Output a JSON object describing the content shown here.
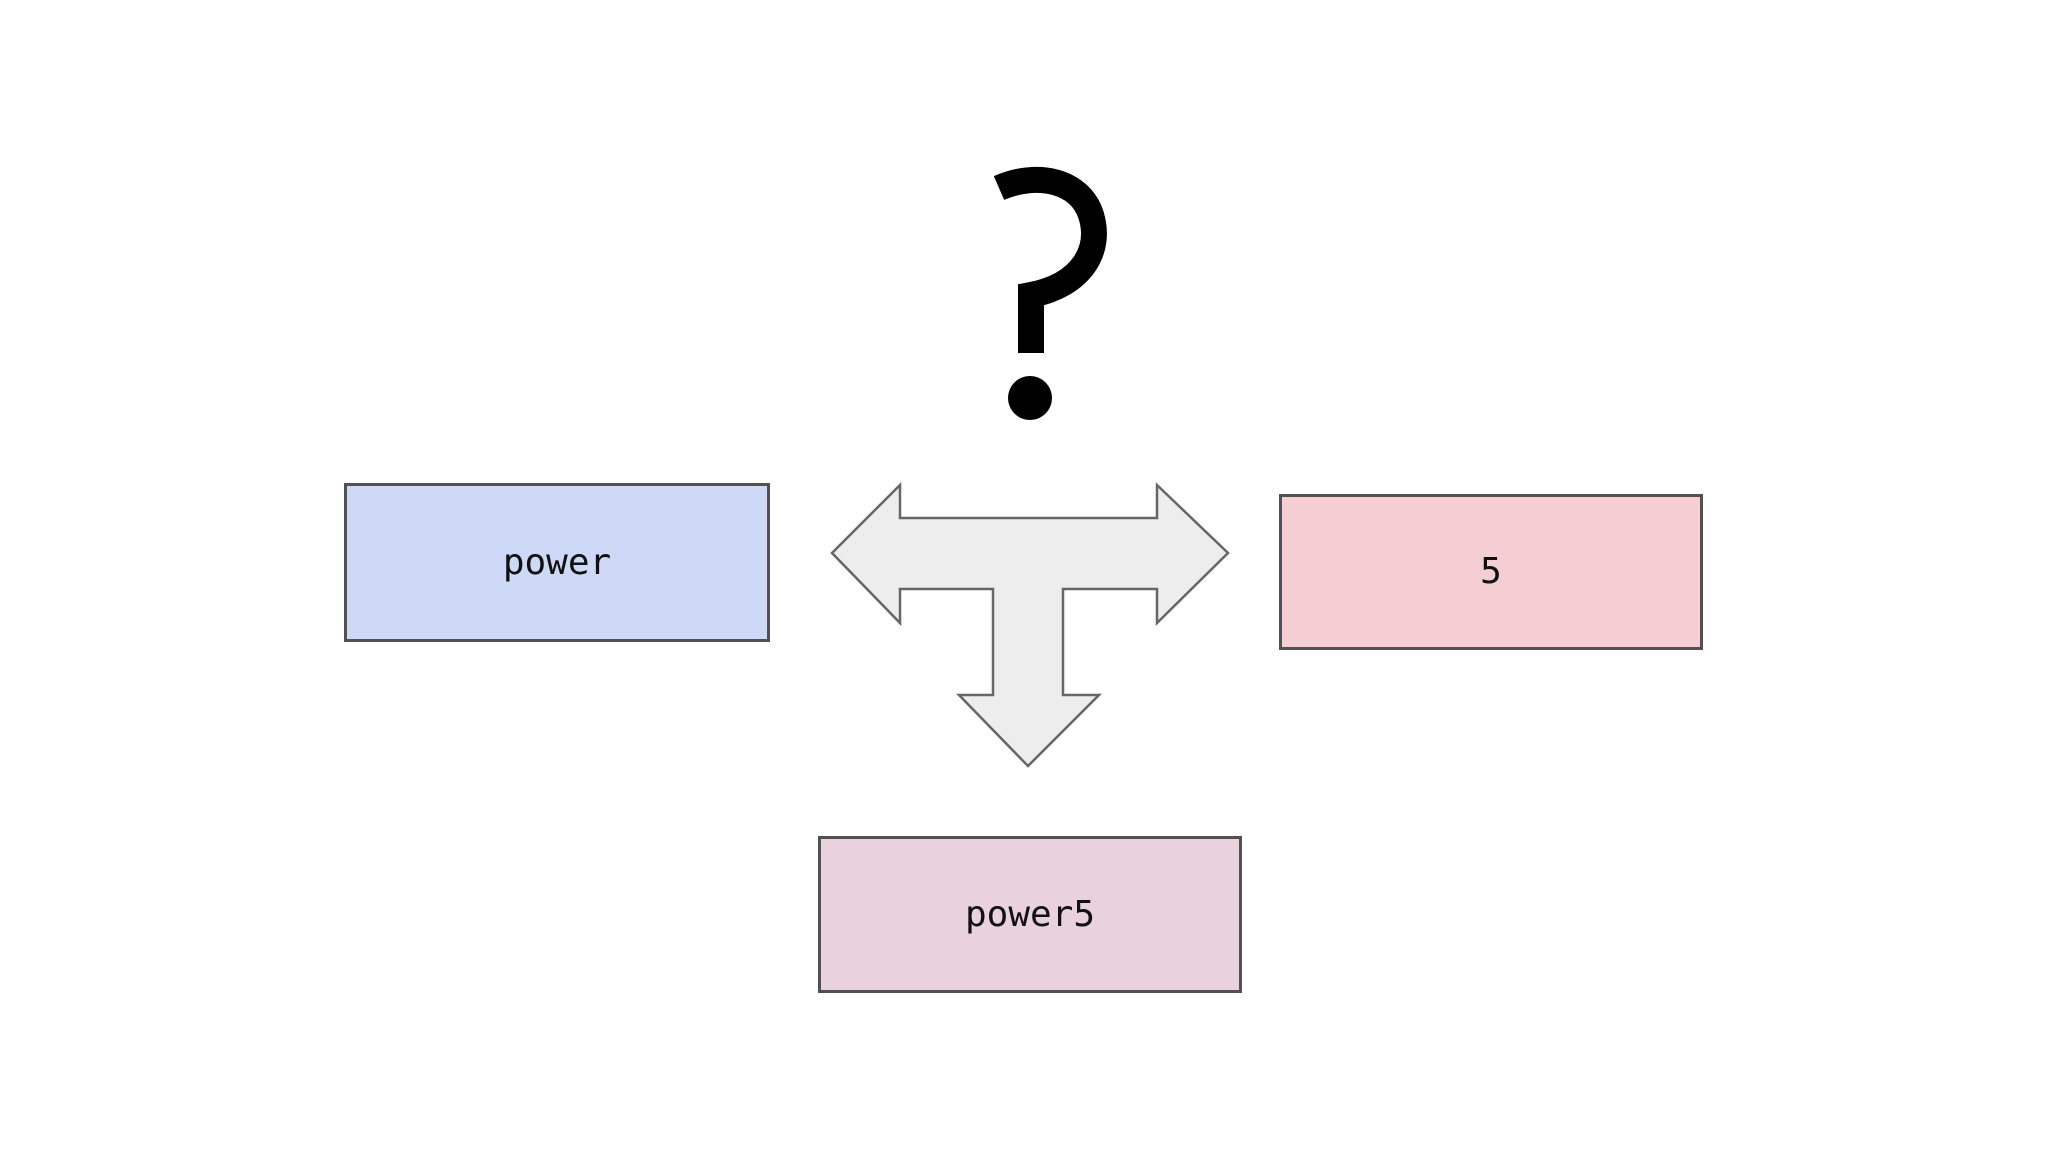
{
  "page": {
    "background": "#ffffff"
  },
  "diagram": {
    "question_mark": {
      "glyph": "?",
      "color": "#000000"
    },
    "arrow": {
      "kind": "three-way-arrow-left-right-down",
      "fill": "#ededed",
      "stroke": "#666666"
    },
    "boxes": {
      "power": {
        "label": "power",
        "fill": "#cdd9f6",
        "border": "#515151",
        "text_color": "#111111"
      },
      "five": {
        "label": "5",
        "fill": "#f4ced3",
        "border": "#515151",
        "text_color": "#111111"
      },
      "power5": {
        "label": "power5",
        "fill": "#e9d1de",
        "border": "#515151",
        "text_color": "#111111"
      }
    }
  }
}
